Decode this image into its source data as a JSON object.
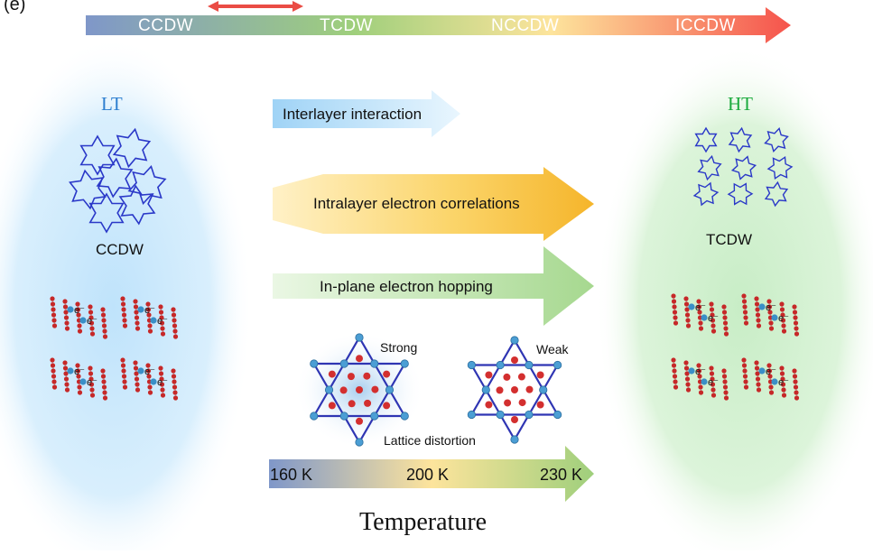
{
  "panel_label": "(e)",
  "phase_bar": {
    "phases": [
      "CCDW",
      "TCDW",
      "NCCDW",
      "ICCDW"
    ],
    "colors": [
      "#7f97c9",
      "#9fcf7c",
      "#fde49c",
      "#f5534c"
    ]
  },
  "left_state": {
    "title": "LT",
    "title_color": "#2e7fd0",
    "label": "CCDW",
    "glow_color": "#bfe3fb"
  },
  "right_state": {
    "title": "HT",
    "title_color": "#1aaa3c",
    "label": "TCDW",
    "glow_color": "#c8edc6"
  },
  "arrows": {
    "interlayer": "Interlayer interaction",
    "intralayer": "Intralayer electron correlations",
    "hopping": "In-plane electron hopping"
  },
  "distortion": {
    "strong": "Strong",
    "weak": "Weak",
    "caption": "Lattice  distortion"
  },
  "temperature_bar": {
    "ticks": [
      "160 K",
      "200 K",
      "230 K"
    ],
    "title": "Temperature"
  },
  "electron_label": "e⁻"
}
